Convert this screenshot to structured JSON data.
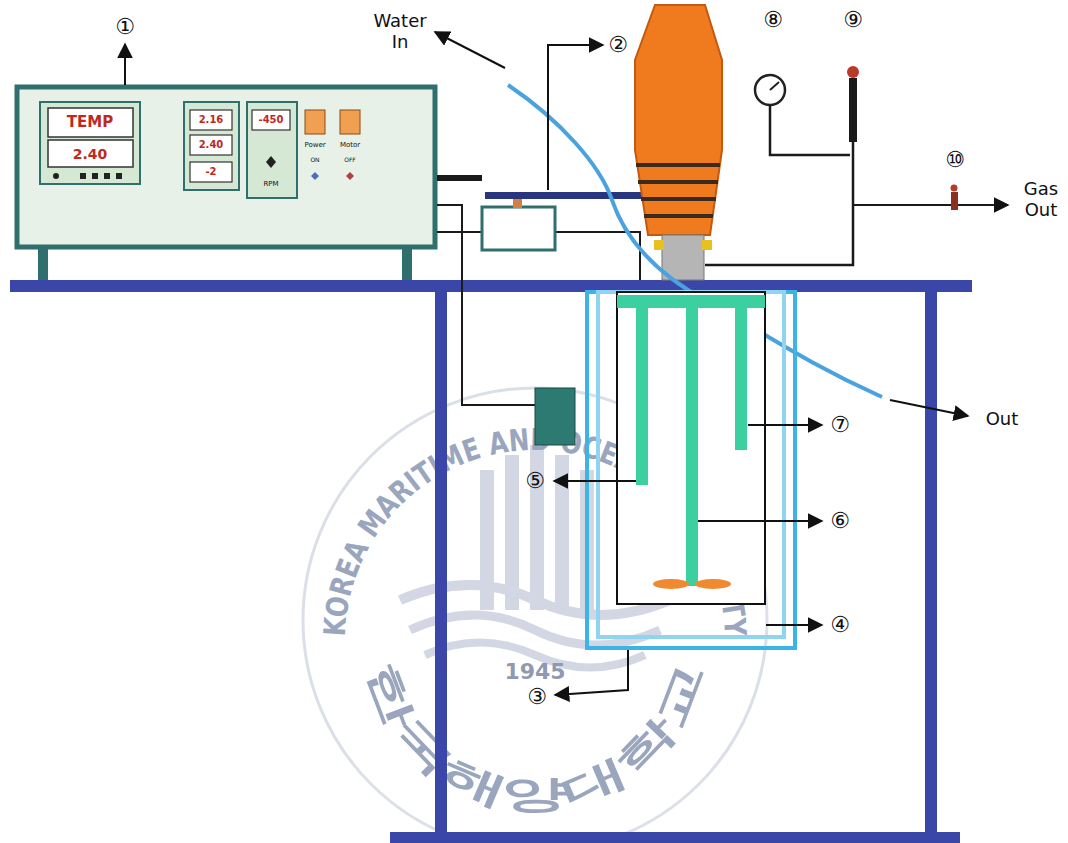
{
  "diagram": {
    "labels": [
      "①",
      "Water In",
      "②",
      "⑧",
      "⑨",
      "⑩",
      "Gas Out",
      "TEMP",
      "2.40",
      "2.16",
      "2.40",
      "-2",
      "-450",
      "RPM",
      "Power",
      "Motor",
      "ON",
      "OFF",
      "Out",
      "⑦",
      "⑤",
      "⑥",
      "④",
      "③",
      "KOREA MARITIME AND OCEAN UNIVERSITY",
      "1945",
      "한국해양대학교"
    ]
  }
}
